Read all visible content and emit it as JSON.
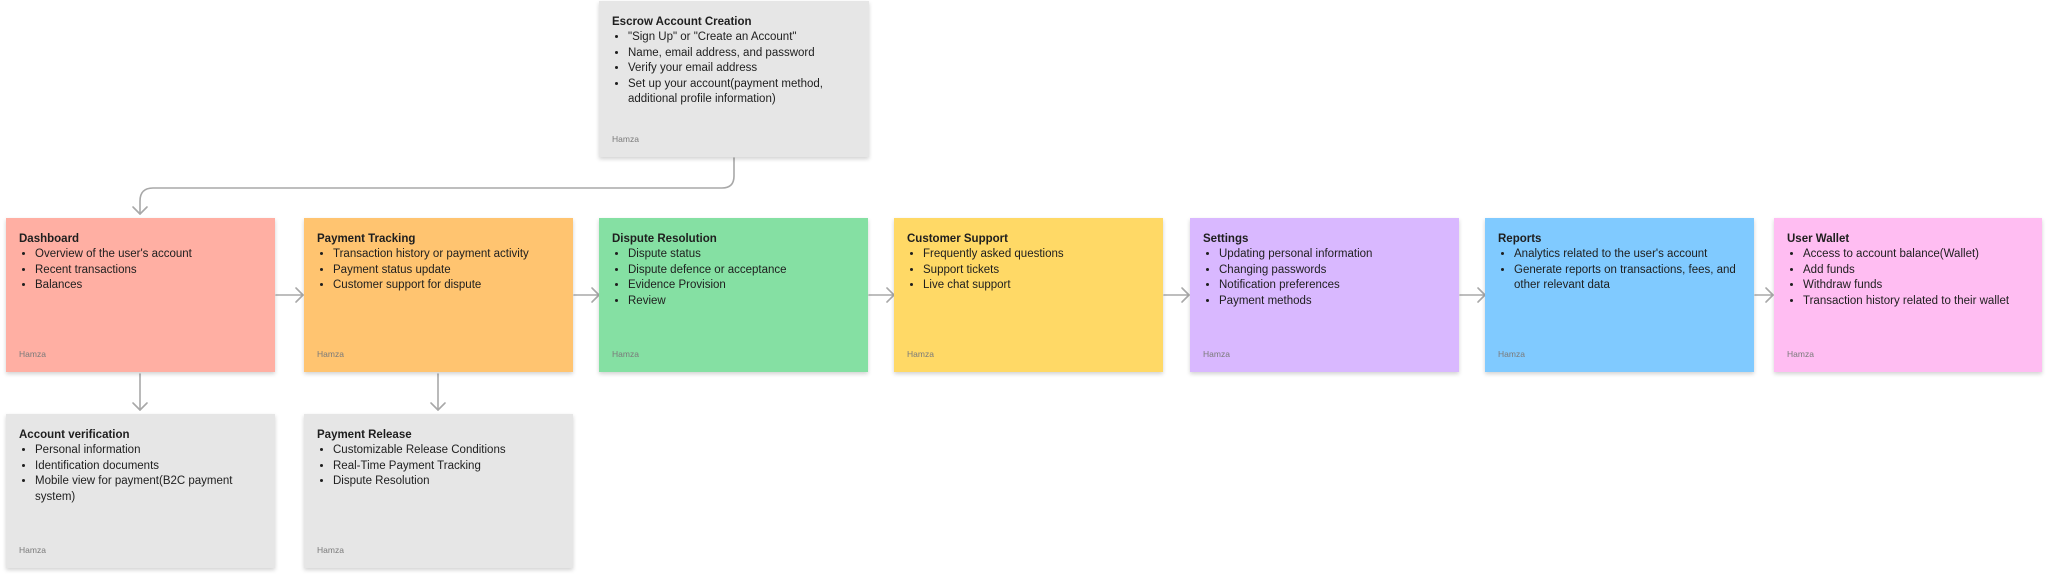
{
  "author": "Hamza",
  "colors": {
    "gray": "#e6e6e6",
    "red": "#ffafa3",
    "orange": "#ffc470",
    "green": "#85e0a3",
    "yellow": "#ffd966",
    "purple": "#d9b8ff",
    "blue": "#80caff",
    "pink": "#ffbdf2",
    "connector": "#a8a8a8"
  },
  "stickies": {
    "escrow": {
      "title": "Escrow Account Creation",
      "items": [
        "\"Sign Up\" or \"Create an Account\"",
        "Name, email address, and password",
        "Verify your email address",
        "Set up your account(payment method, additional profile information)"
      ]
    },
    "dashboard": {
      "title": "Dashboard",
      "items": [
        "Overview of the user's account",
        "Recent transactions",
        "Balances"
      ]
    },
    "payment_tracking": {
      "title": "Payment Tracking",
      "items": [
        "Transaction history or payment activity",
        "Payment status update",
        "Customer support for dispute"
      ]
    },
    "dispute_resolution": {
      "title": "Dispute Resolution",
      "items": [
        "Dispute status",
        "Dispute defence or acceptance",
        "Evidence Provision",
        "Review"
      ]
    },
    "customer_support": {
      "title": "Customer Support",
      "items": [
        "Frequently asked questions",
        "Support tickets",
        "Live chat support"
      ]
    },
    "settings": {
      "title": "Settings",
      "items": [
        "Updating personal information",
        "Changing passwords",
        "Notification preferences",
        "Payment methods"
      ]
    },
    "reports": {
      "title": "Reports",
      "items": [
        "Analytics related to the user's account",
        "Generate reports on transactions, fees, and other relevant data"
      ]
    },
    "user_wallet": {
      "title": "User Wallet",
      "items": [
        "Access to account balance(Wallet)",
        "Add funds",
        "Withdraw funds",
        "Transaction history related to their wallet"
      ]
    },
    "account_verification": {
      "title": "Account verification",
      "items": [
        "Personal information",
        "Identification documents",
        "Mobile view for payment(B2C payment system)"
      ]
    },
    "payment_release": {
      "title": "Payment Release",
      "items": [
        "Customizable Release Conditions",
        "Real-Time Payment Tracking",
        "Dispute Resolution"
      ]
    }
  }
}
